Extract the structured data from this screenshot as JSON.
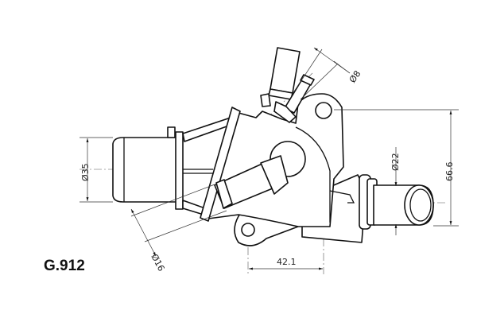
{
  "part_code": "G.912",
  "dimensions": {
    "d8": "Ø8",
    "d22": "Ø22",
    "h66": "66.6",
    "d35": "Ø35",
    "d16": "Ø16",
    "w42": "42.1"
  }
}
